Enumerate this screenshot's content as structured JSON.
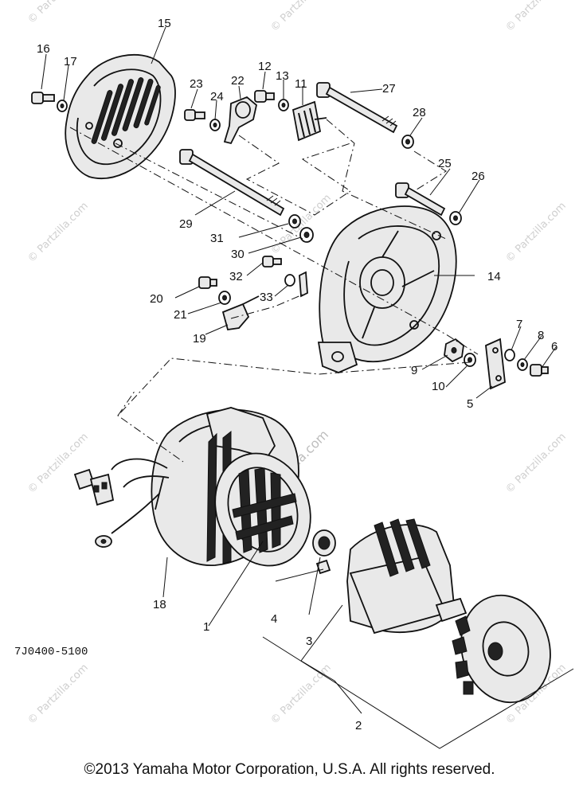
{
  "diagram": {
    "part_numbers": [
      "1",
      "2",
      "3",
      "4",
      "5",
      "6",
      "7",
      "8",
      "9",
      "10",
      "11",
      "12",
      "13",
      "14",
      "15",
      "16",
      "17",
      "18",
      "19",
      "20",
      "21",
      "22",
      "23",
      "24",
      "25",
      "26",
      "27",
      "28",
      "29",
      "30",
      "31",
      "32",
      "33"
    ],
    "drawing_code": "7J0400-5100",
    "watermark": "© Partzilla.com",
    "watermark_center": "partzilla.com"
  },
  "footer": {
    "copyright": "©2013 Yamaha Motor Corporation, U.S.A. All rights reserved."
  }
}
